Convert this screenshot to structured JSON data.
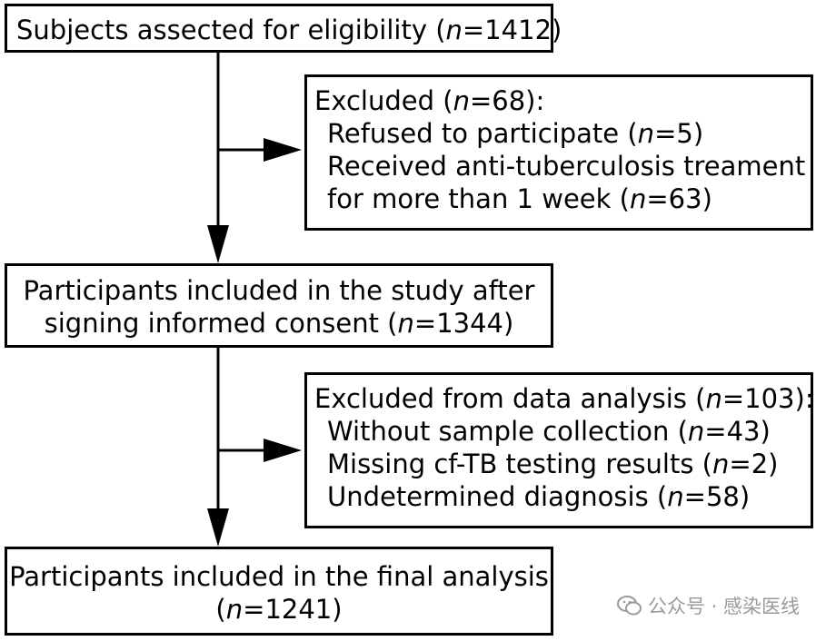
{
  "flowchart": {
    "box1": {
      "text": "Subjects assected for eligibility",
      "n": "1412"
    },
    "excluded1": {
      "header": "Excluded",
      "n": "68",
      "items": [
        {
          "text": "Refused to participate",
          "n": "5"
        },
        {
          "text": "Received anti-tuberculosis treament",
          "n": ""
        },
        {
          "text": "for more than 1 week",
          "n": "63"
        }
      ]
    },
    "box2": {
      "line1": "Participants included in the study after",
      "line2": "signing informed consent",
      "n": "1344"
    },
    "excluded2": {
      "header": "Excluded from data analysis",
      "n": "103",
      "items": [
        {
          "text": "Without sample collection",
          "n": "43"
        },
        {
          "text": "Missing cf-TB testing results",
          "n": "2"
        },
        {
          "text": "Undetermined diagnosis",
          "n": "58"
        }
      ]
    },
    "box3": {
      "line1": "Participants included in the final analysis",
      "n": "1241"
    }
  },
  "watermark": {
    "text": "公众号 · 感染医线",
    "icon": "wechat-icon"
  }
}
